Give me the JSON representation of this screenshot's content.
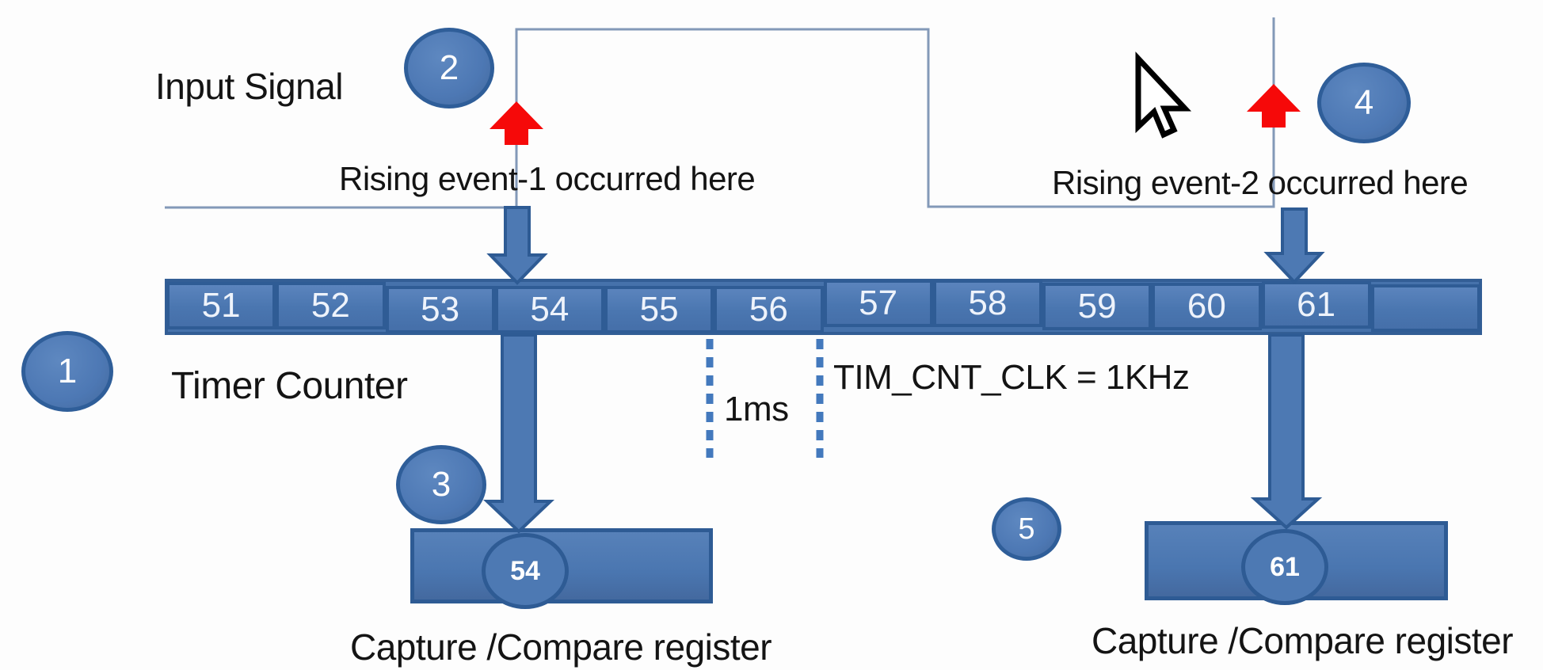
{
  "labels": {
    "input_signal": "Input Signal",
    "rising_event_1": "Rising event-1 occurred here",
    "rising_event_2": "Rising event-2 occurred here",
    "timer_counter": "Timer Counter",
    "one_ms": "1ms",
    "clock": "TIM_CNT_CLK = 1KHz"
  },
  "timer": {
    "cells": [
      "51",
      "52",
      "53",
      "54",
      "55",
      "56",
      "57",
      "58",
      "59",
      "60",
      "61",
      ""
    ]
  },
  "badges": [
    "1",
    "2",
    "3",
    "4",
    "5"
  ],
  "registers": [
    {
      "value": "54",
      "label": "Capture /Compare register"
    },
    {
      "value": "61",
      "label": "Capture /Compare register"
    }
  ],
  "icons": {
    "rising_edge_marker": "red-up-arrow",
    "capture_arrow": "blue-down-arrow",
    "pointer": "mouse-cursor"
  },
  "colors": {
    "shape_fill": "#4d79b3",
    "shape_border": "#2e5b94",
    "bar_fill": "#4672ab",
    "red_marker": "#f60909",
    "signal_line": "#8399b8",
    "dashed_line": "#4379bd",
    "text": "#141414",
    "background": "#fdfdfd"
  }
}
